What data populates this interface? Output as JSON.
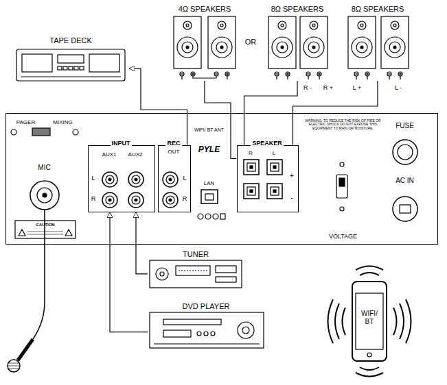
{
  "diagram": {
    "nodes": [
      {
        "text": [
          "4Ω SPEAKERS"
        ]
      },
      {
        "text": [
          "8Ω SPEAKERS"
        ]
      },
      {
        "text": [
          "8Ω SPEAKERS"
        ]
      },
      {
        "text": [
          "TAPE DECK"
        ]
      },
      {
        "text": [
          "PAGER",
          "MIXING",
          "WIFI/ BT ANT",
          "PYLE",
          "WARNING: TO REDUCE THE RISK OF FIRE OR ELECTRIC SHOCK DO NOT EXPOSE THIS EQUIPMENT TO RAIN OR MOISTURE.",
          "VOLTAGE"
        ]
      },
      {
        "text": [
          "MIC"
        ],
        "in": 4
      },
      {
        "text": [
          "INPUT",
          "AUX1",
          "AUX2",
          "L",
          "R"
        ],
        "in": 4
      },
      {
        "text": [
          "REC",
          "OUT",
          "L",
          "R"
        ],
        "in": 4
      },
      {
        "text": [
          "LAN"
        ],
        "in": 4
      },
      {
        "text": [
          "SPEAKER",
          "R",
          "L",
          "+",
          "-"
        ],
        "in": 4
      },
      {
        "text": [
          "FUSE"
        ],
        "in": 4
      },
      {
        "text": [
          "AC IN"
        ],
        "in": 4
      },
      {
        "text": [
          "TUNER"
        ]
      },
      {
        "text": [
          "DVD PLAYER"
        ]
      },
      {
        "text": [
          "WIFI/ BT"
        ]
      }
    ],
    "edges": [
      {
        "from": 7,
        "to": 3,
        "arrow": "to"
      },
      {
        "from": 12,
        "to": 6,
        "arrow": "to"
      },
      {
        "from": 13,
        "to": 6,
        "arrow": "to"
      },
      {
        "from": 9,
        "to": 0,
        "arrow": "none"
      },
      {
        "from": 9,
        "to": 1,
        "arrow": "none"
      },
      {
        "from": 9,
        "to": 2,
        "arrow": "none"
      }
    ],
    "labels": [
      "OR",
      "R -",
      "R +",
      "L +",
      "L -",
      "CAUTION"
    ]
  }
}
